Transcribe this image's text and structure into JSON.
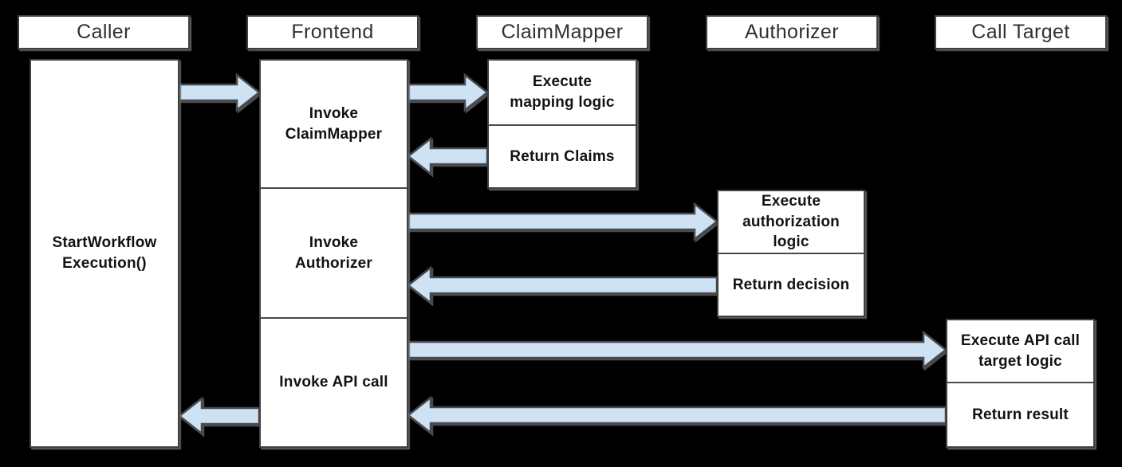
{
  "colors": {
    "background": "#000000",
    "box_fill": "#ffffff",
    "box_border": "#404040",
    "arrow_fill": "#cfe2f3",
    "arrow_stroke": "#464b51",
    "header_text": "#313131",
    "label_text": "#121212"
  },
  "lanes": [
    {
      "title": "Caller"
    },
    {
      "title": "Frontend"
    },
    {
      "title": "ClaimMapper"
    },
    {
      "title": "Authorizer"
    },
    {
      "title": "Call Target"
    }
  ],
  "boxes": {
    "caller": {
      "segments": [
        "StartWorkflow\nExecution()"
      ]
    },
    "frontend": {
      "segments": [
        "Invoke\nClaimMapper",
        "Invoke\nAuthorizer",
        "Invoke API call"
      ]
    },
    "claimmapper": {
      "segments": [
        "Execute\nmapping logic",
        "Return Claims"
      ]
    },
    "authorizer": {
      "segments": [
        "Execute\nauthorization\nlogic",
        "Return decision"
      ]
    },
    "calltarget": {
      "segments": [
        "Execute API call\ntarget logic",
        "Return result"
      ]
    }
  },
  "connections": [
    {
      "from": "Caller",
      "to": "Frontend"
    },
    {
      "from": "Frontend",
      "to": "ClaimMapper"
    },
    {
      "from": "ClaimMapper",
      "to": "Frontend"
    },
    {
      "from": "Frontend",
      "to": "Authorizer"
    },
    {
      "from": "Authorizer",
      "to": "Frontend"
    },
    {
      "from": "Frontend",
      "to": "Call Target"
    },
    {
      "from": "Call Target",
      "to": "Frontend"
    },
    {
      "from": "Frontend",
      "to": "Caller"
    }
  ]
}
